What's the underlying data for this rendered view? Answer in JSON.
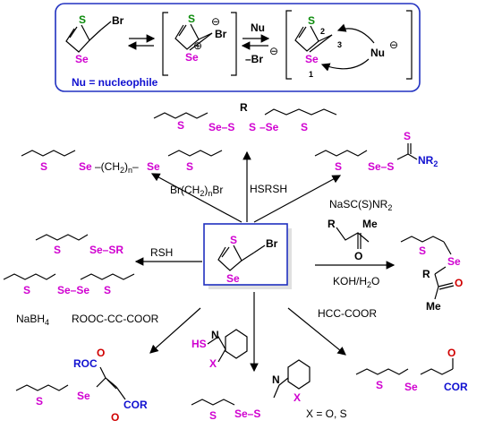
{
  "mechanism": {
    "br": "Br",
    "s": "S",
    "se": "Se",
    "minus": "⊖",
    "plus": "⊕",
    "reagent_top": "Nu",
    "reagent_bottom": "–Br",
    "nu_label": "Nu",
    "num2": "2",
    "num3": "3",
    "num1": "1",
    "legend": "Nu = nucleophile"
  },
  "center": {
    "s": "S",
    "se": "Se",
    "br": "Br"
  },
  "reagents": {
    "dibromoalkane": "Br(CH2)nBr",
    "dithiol": "HSRSH",
    "dithiocarbamate": "NaSC(S)NR2",
    "thiol": "RSH",
    "ketone_base": "KOH/H2O",
    "borohydride": "NaBH4",
    "diester": "ROOC-CC-COOR",
    "propiolate": "HCC-COOR",
    "x_options": "X = O, S"
  },
  "labels": {
    "S": "S",
    "Se": "Se",
    "R": "R",
    "Me": "Me",
    "O": "O",
    "X": "X",
    "N": "N",
    "HS": "HS",
    "Se_S": "Se–S",
    "Se_SR": "Se–SR",
    "NR2": "NR2",
    "ROC": "ROC",
    "COR": "COR",
    "CH2n": "–(CH2)n–"
  }
}
